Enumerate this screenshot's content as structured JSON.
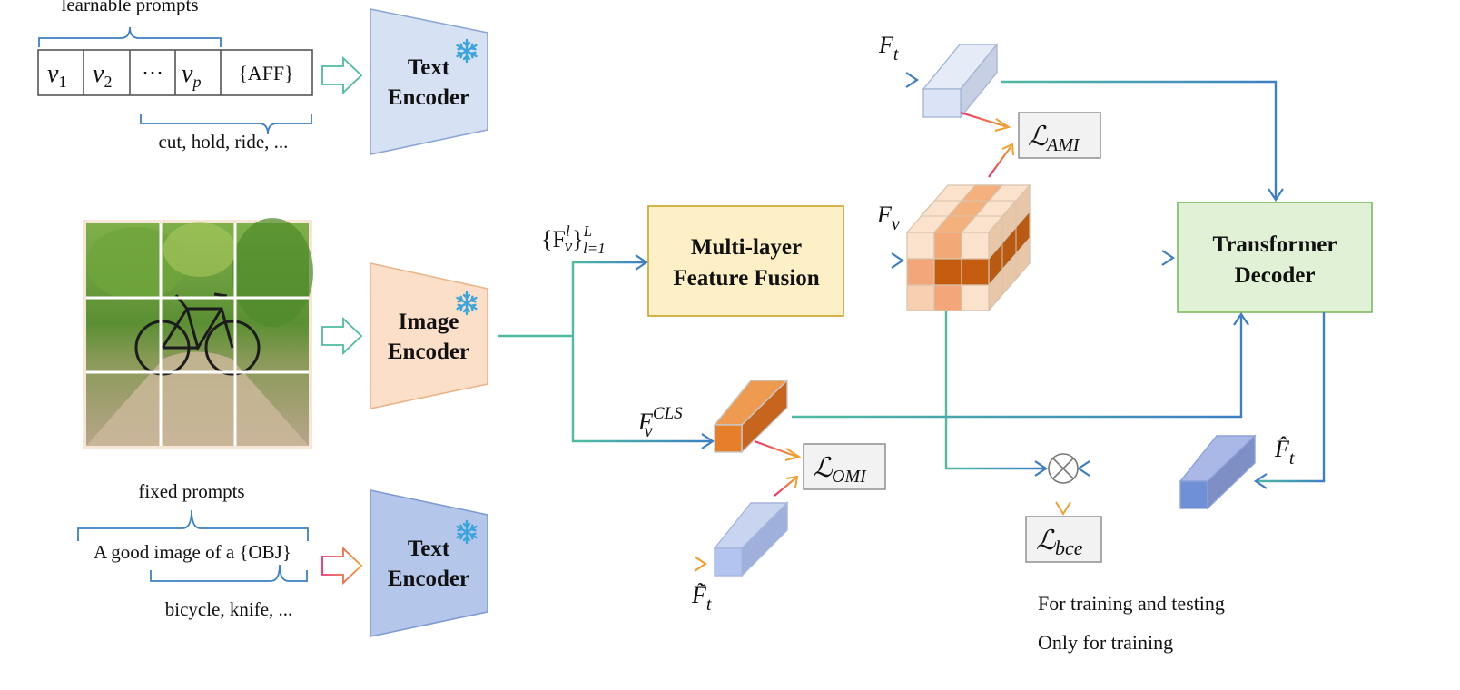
{
  "prompts": {
    "learnable_caption": "learnable prompts",
    "tokens": [
      "v",
      "v",
      "⋯",
      "v",
      "{AFF}"
    ],
    "token_subs": [
      "1",
      "2",
      "",
      "p",
      ""
    ],
    "affordance_examples": "cut, hold, ride, ...",
    "fixed_caption": "fixed prompts",
    "fixed_sentence": "A good image of a {OBJ}",
    "object_examples": "bicycle, knife, ..."
  },
  "encoders": {
    "text_top": [
      "Text",
      "Encoder"
    ],
    "image": [
      "Image",
      "Encoder"
    ],
    "text_bottom": [
      "Text",
      "Encoder"
    ],
    "frozen_icon": "snowflake-icon"
  },
  "modules": {
    "fusion": [
      "Multi-layer",
      "Feature Fusion"
    ],
    "decoder": [
      "Transformer",
      "Decoder"
    ]
  },
  "features": {
    "ft": "F",
    "ft_sub": "t",
    "fv": "F",
    "fv_sub": "v",
    "multi_layer": "{F",
    "multi_layer_sup": "l",
    "multi_layer_sub": "v",
    "multi_layer_close": "}",
    "multi_layer_range_sup": "L",
    "multi_layer_range_sub": "l=1",
    "fcls": "F",
    "fcls_sub": "v",
    "fcls_sup": "CLS",
    "ft_tilde": "F̃",
    "ft_tilde_sub": "t",
    "ft_hat": "F̂",
    "ft_hat_sub": "t"
  },
  "losses": {
    "ami": "AMI",
    "omi": "OMI",
    "bce": "bce",
    "loss_symbol": "ℒ"
  },
  "operator": "⊗",
  "legend": {
    "train_test": "For training and testing",
    "train_only": "Only for training"
  },
  "colors": {
    "text_encoder_top": "#d6e1f4",
    "text_encoder_bottom": "#b4c6ea",
    "image_encoder": "#fbdfc8",
    "fusion_fill": "#fdf0c6",
    "fusion_stroke": "#c9a227",
    "decoder_fill": "#e1f1d6",
    "decoder_stroke": "#7dbb62",
    "teal": "#4fbba0",
    "blue": "#3d7fc4",
    "orange": "#f0a030",
    "pink": "#e8336d",
    "cls_feature": "#e58a3a",
    "fv_dark": "#c05a0c"
  }
}
